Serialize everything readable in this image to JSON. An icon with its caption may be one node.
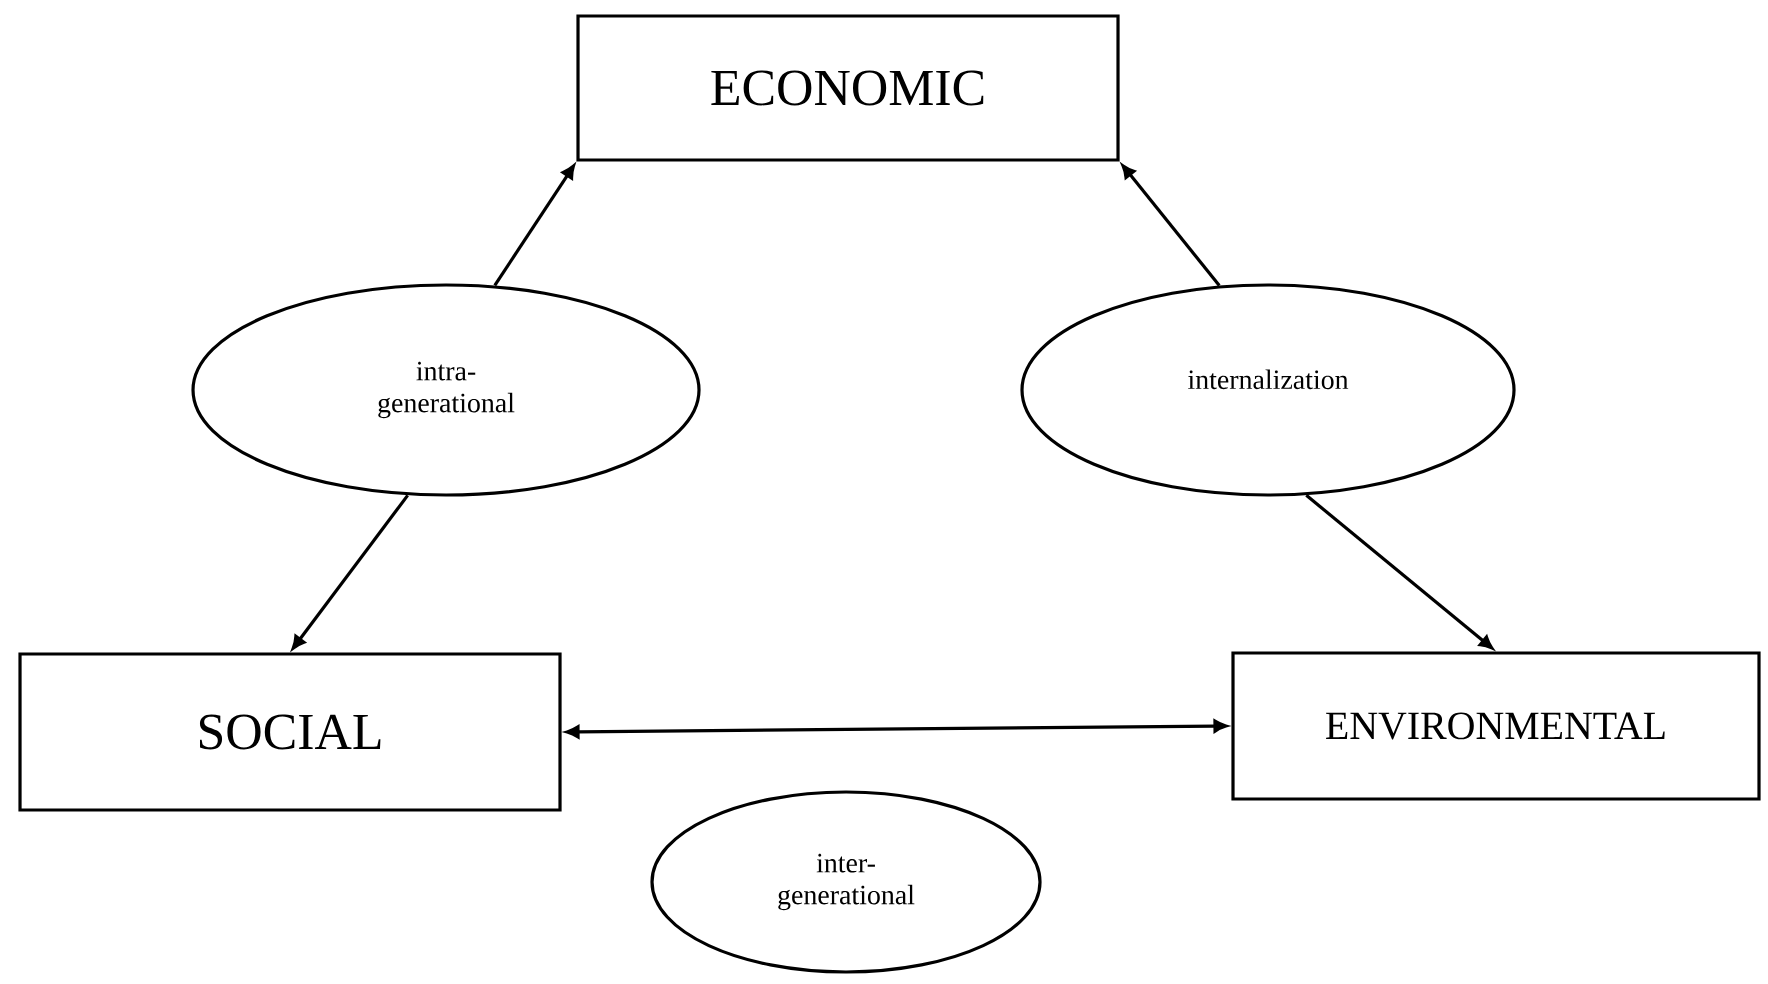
{
  "diagram": {
    "nodes": [
      {
        "text": [
          "ECONOMIC"
        ]
      },
      {
        "text": [
          "intra- generational"
        ]
      },
      {
        "text": [
          "internalization"
        ]
      },
      {
        "text": [
          "SOCIAL"
        ]
      },
      {
        "text": [
          "ENVIRONMENTAL"
        ]
      },
      {
        "text": [
          "inter- generational"
        ]
      }
    ],
    "edges": [
      {
        "from": 1,
        "to": 0,
        "arrow": "to"
      },
      {
        "from": 1,
        "to": 3,
        "arrow": "to"
      },
      {
        "from": 2,
        "to": 0,
        "arrow": "to"
      },
      {
        "from": 2,
        "to": 4,
        "arrow": "to"
      },
      {
        "from": 3,
        "to": 4,
        "arrow": "both"
      }
    ]
  }
}
